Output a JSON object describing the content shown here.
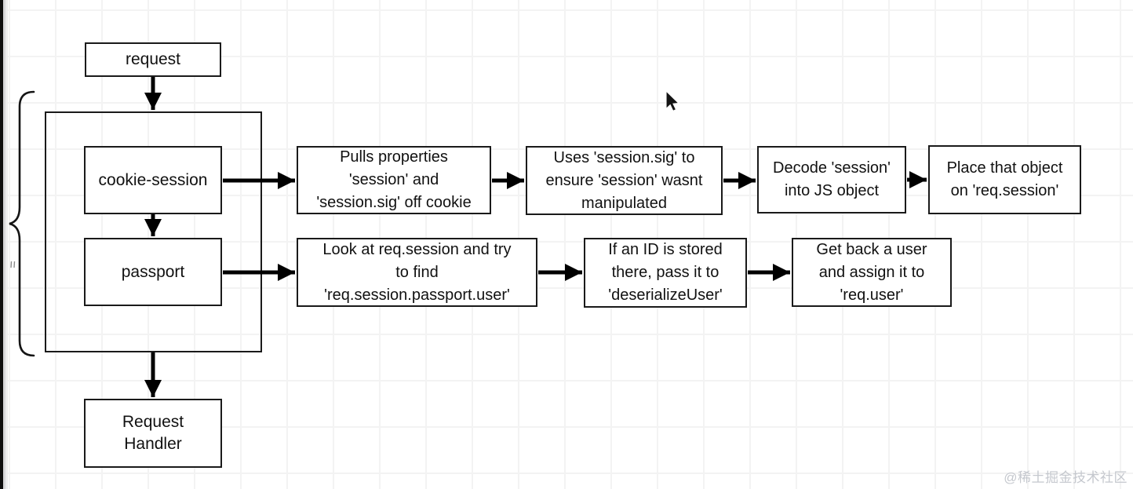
{
  "diagram": {
    "nodes": {
      "request": "request",
      "cookie_session": "cookie-session",
      "passport": "passport",
      "request_handler": "Request\nHandler",
      "cs_step1": "Pulls properties\n'session' and\n'session.sig' off cookie",
      "cs_step2": "Uses 'session.sig' to\nensure 'session' wasnt\nmanipulated",
      "cs_step3": "Decode 'session'\ninto JS object",
      "cs_step4": "Place that object\non 'req.session'",
      "pp_step1": "Look at req.session and try\nto find\n'req.session.passport.user'",
      "pp_step2": "If an ID is stored\nthere, pass it to\n'deserializeUser'",
      "pp_step3": "Get back a user\nand assign it to\n'req.user'"
    },
    "colors": {
      "box_border": "#1a1a1a",
      "text": "#111111",
      "arrow": "#000000",
      "grid_line": "#f3f3f3",
      "background": "#ffffff",
      "left_strip": "#0e0e0e"
    }
  },
  "watermark": {
    "text": "@稀土掘金技术社区",
    "color": "#c5c8ce"
  }
}
